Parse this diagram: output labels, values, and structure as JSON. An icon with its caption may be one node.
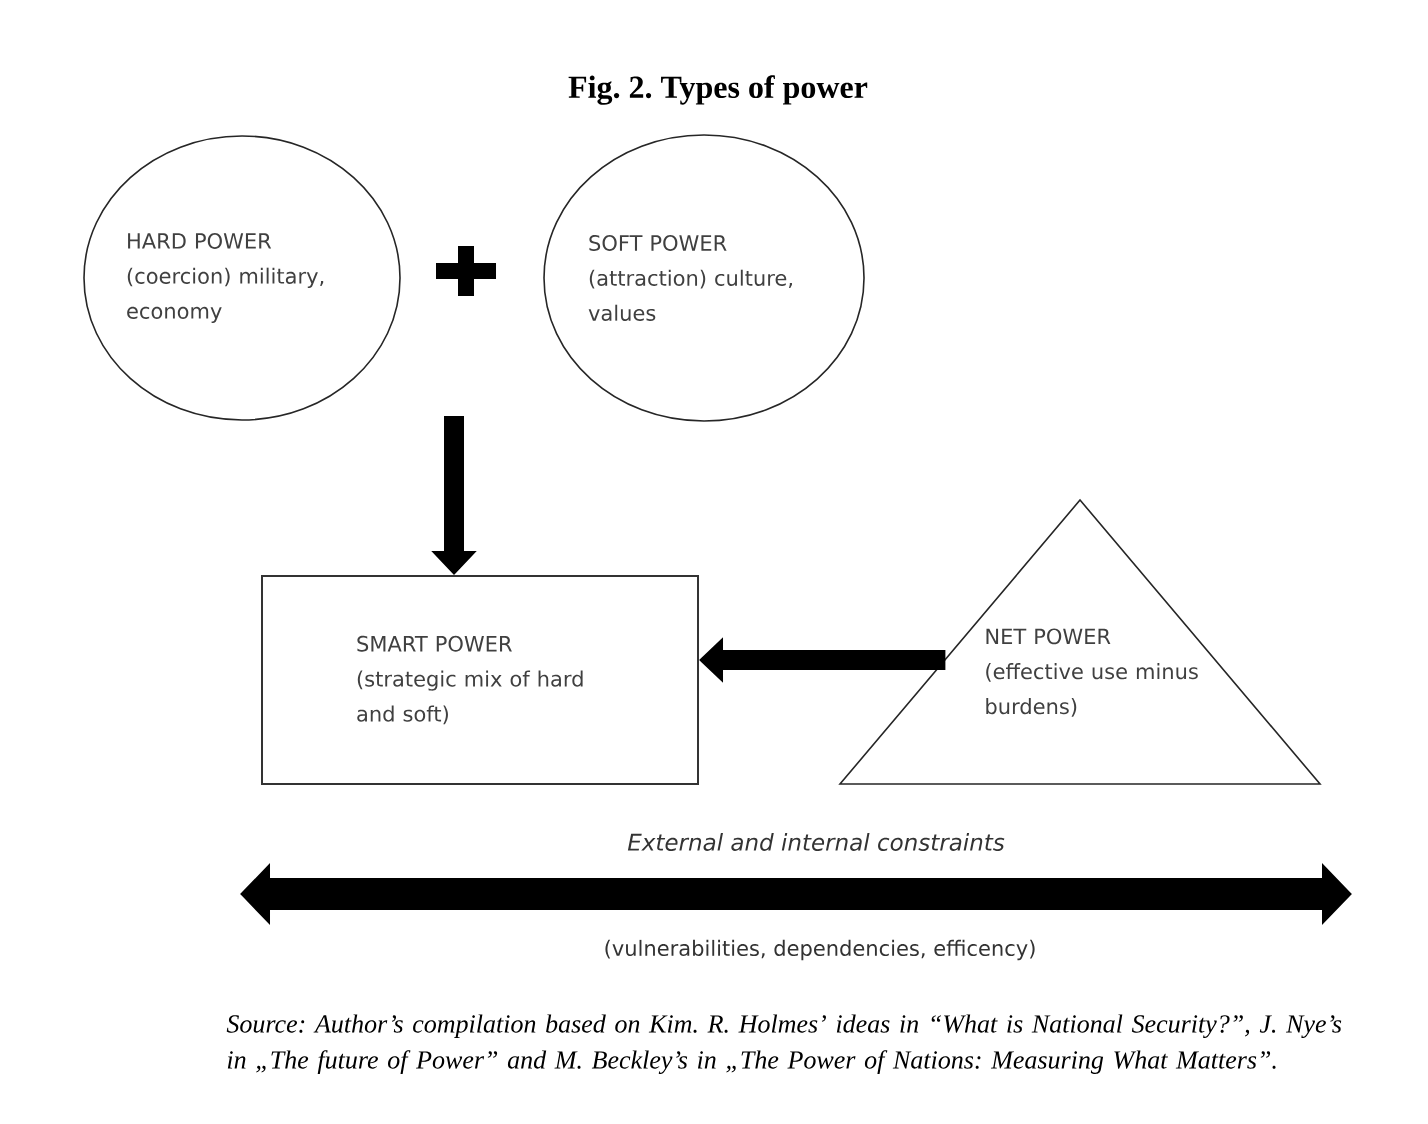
{
  "diagram": {
    "title": "Fig. 2. Types of power",
    "nodes": [
      {
        "text": [
          "HARD POWER",
          "(coercion) military, economy"
        ]
      },
      {
        "text": [
          "SOFT POWER",
          "(attraction) culture, values"
        ]
      },
      {
        "text": [
          "SMART POWER",
          "(strategic mix of hard and soft)"
        ]
      },
      {
        "text": [
          "NET POWER",
          "(effective use minus burdens)"
        ]
      }
    ],
    "edges": [
      {
        "from": null,
        "to": 2,
        "arrow": "to"
      },
      {
        "from": 3,
        "to": 2,
        "arrow": "to"
      }
    ],
    "labels": [
      "External and internal constraints",
      "(vulnerabilities, dependencies, efficency)"
    ],
    "caption": "Source: Author’s compilation based on Kim. R. Holmes’ ideas in “What is National Security?”, J. Nye’s in „The future of Power” and M. Beckley’s in „The Power of Nations: Measuring What Matters”."
  }
}
